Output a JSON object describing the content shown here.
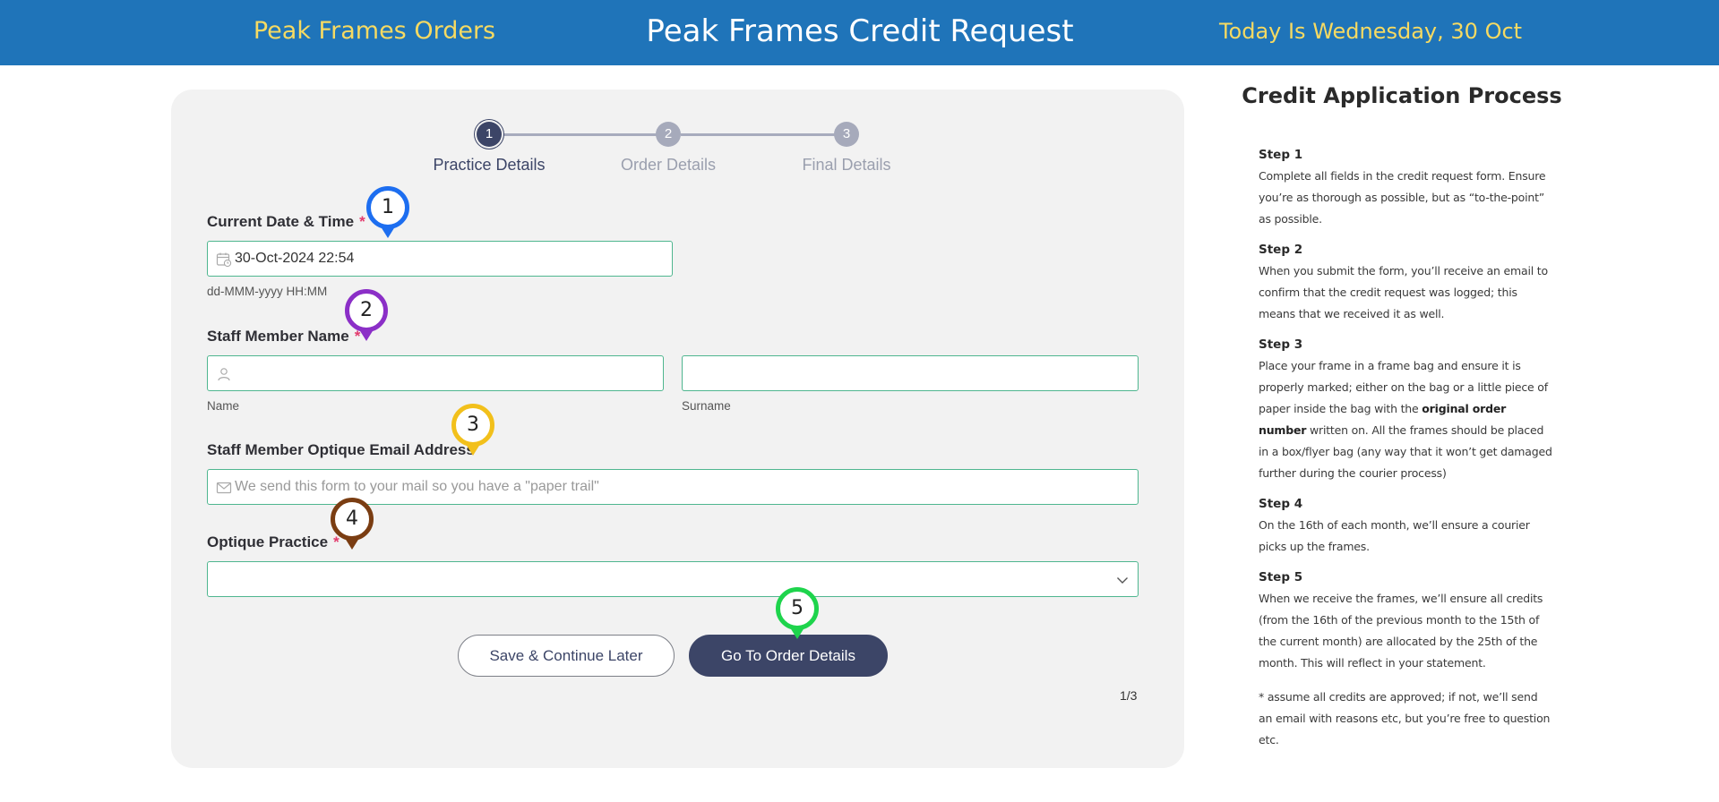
{
  "header": {
    "left": "Peak Frames Orders",
    "title": "Peak Frames Credit Request",
    "right": "Today Is Wednesday, 30 Oct"
  },
  "stepper": {
    "steps": [
      {
        "number": "1",
        "label": "Practice Details"
      },
      {
        "number": "2",
        "label": "Order Details"
      },
      {
        "number": "3",
        "label": "Final Details"
      }
    ]
  },
  "form": {
    "datetime": {
      "label": "Current Date & Time",
      "required": "*",
      "value": "30-Oct-2024 22:54",
      "hint": "dd-MMM-yyyy HH:MM"
    },
    "staff_name": {
      "label": "Staff Member Name",
      "required": "*",
      "name_hint": "Name",
      "surname_hint": "Surname"
    },
    "email": {
      "label": "Staff Member Optique Email Address",
      "placeholder": "We send this form to your mail so you have a \"paper trail\""
    },
    "practice": {
      "label": "Optique Practice",
      "required": "*"
    },
    "save_button": "Save & Continue Later",
    "next_button": "Go To Order Details",
    "page_indicator": "1/3"
  },
  "markers": [
    {
      "number": "1",
      "color": "#1d6ef0"
    },
    {
      "number": "2",
      "color": "#8b2fc7"
    },
    {
      "number": "3",
      "color": "#f2c01b"
    },
    {
      "number": "4",
      "color": "#7a3d12"
    },
    {
      "number": "5",
      "color": "#1ed44c"
    }
  ],
  "sidebar": {
    "title": "Credit Application Process",
    "steps": [
      {
        "heading": "Step 1",
        "text": "Complete all fields in the credit request form. Ensure you’re as thorough as possible, but as “to-the-point” as possible."
      },
      {
        "heading": "Step 2",
        "text": "When you submit the form, you’ll receive an email to confirm that the credit request was logged; this means that we received it as well."
      },
      {
        "heading": "Step 3",
        "text_before": "Place your frame in a frame bag and ensure it is properly marked; either on the bag or a little piece of paper inside the bag with the ",
        "bold": "original order number",
        "text_after": " written on. All the frames should be placed in a box/flyer bag (any way that it won’t get damaged further during the courier process)"
      },
      {
        "heading": "Step 4",
        "text": "On the 16th of each month, we’ll ensure a courier picks up the frames."
      },
      {
        "heading": "Step 5",
        "text": "When we receive the frames, we’ll ensure all credits (from the 16th of the previous month to the 15th of the current month) are allocated by the 25th of the month. This will reflect in your statement."
      }
    ],
    "note": "* assume all credits are approved; if not, we’ll send an email with reasons etc, but you’re free to question etc."
  }
}
